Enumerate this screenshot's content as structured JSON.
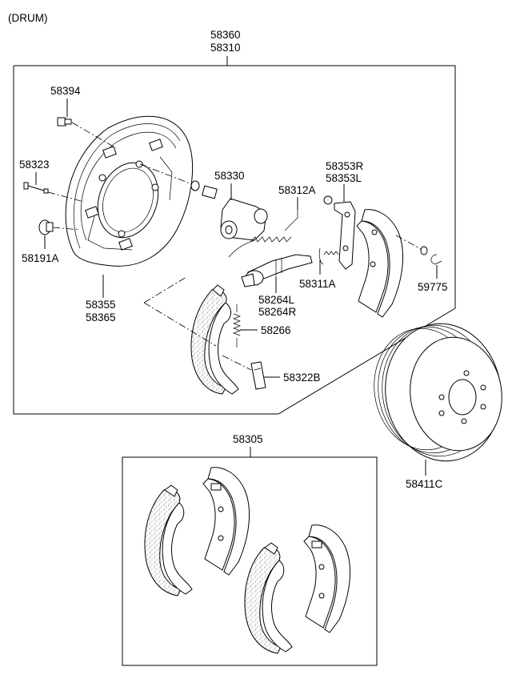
{
  "header": {
    "title": "(DRUM)"
  },
  "box_labels": {
    "top_line1": "58360",
    "top_line2": "58310",
    "kit": "58305"
  },
  "parts": {
    "bolt": "58394",
    "pin": "58323",
    "nut": "58191A",
    "backing_plate_line1": "58355",
    "backing_plate_line2": "58365",
    "wheel_cylinder": "58330",
    "spring_upper": "58312A",
    "adjuster_line1": "58264L",
    "adjuster_line2": "58264R",
    "spring_adjuster": "58311A",
    "lever_line1": "58353R",
    "lever_line2": "58353L",
    "clip": "59775",
    "spring_hold": "58266",
    "hold_clip": "58322B",
    "drum": "58411C"
  }
}
